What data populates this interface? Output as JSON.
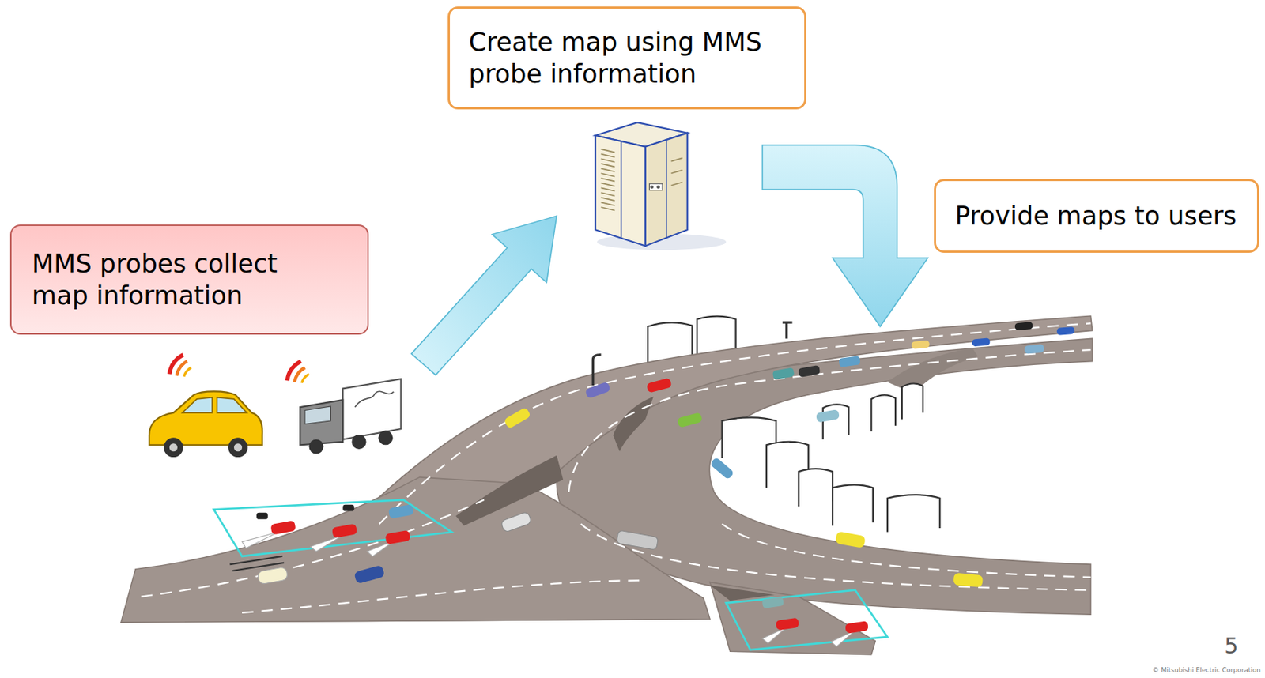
{
  "diagram": {
    "nodes": [
      {
        "text": [
          "Create map using MMS probe information"
        ]
      },
      {
        "text": [
          "Provide maps to users"
        ]
      },
      {
        "text": [
          "MMS probes collect map information"
        ]
      }
    ],
    "labels": [
      "5",
      "© Mitsubishi Electric Corporation"
    ]
  }
}
